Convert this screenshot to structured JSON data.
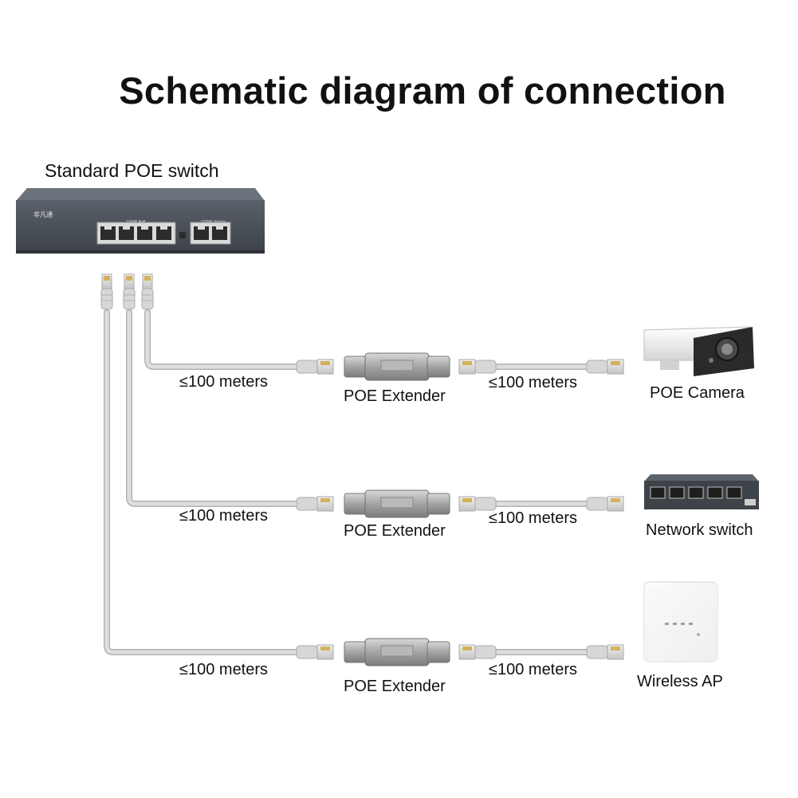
{
  "title": "Schematic diagram of connection",
  "source": {
    "label": "Standard POE switch",
    "brand_text": "非凡通",
    "panel_labels": [
      "100M PoE",
      "100M Uplink"
    ]
  },
  "rows": [
    {
      "cable_in": "≤100 meters",
      "extender": "POE Extender",
      "cable_out": "≤100 meters",
      "device": "POE Camera",
      "device_icon": "camera-icon"
    },
    {
      "cable_in": "≤100 meters",
      "extender": "POE Extender",
      "cable_out": "≤100 meters",
      "device": "Network switch",
      "device_icon": "network-switch-icon"
    },
    {
      "cable_in": "≤100 meters",
      "extender": "POE Extender",
      "cable_out": "≤100 meters",
      "device": "Wireless AP",
      "device_icon": "wireless-ap-icon"
    }
  ],
  "colors": {
    "cable": "#d6d6d6",
    "cable_edge": "#b3b3b3",
    "switch_body": "#4a4f57",
    "extender": "#9a9a9a"
  }
}
